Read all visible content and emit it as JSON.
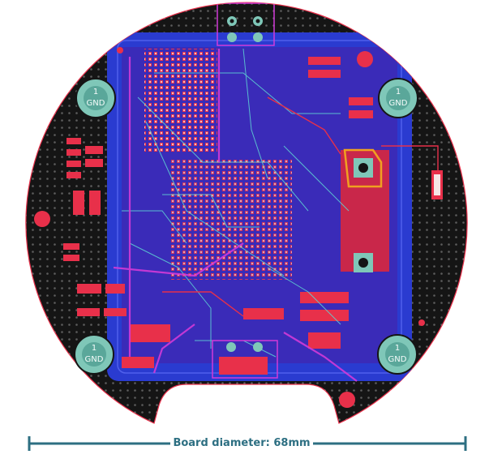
{
  "board": {
    "mounting_hole_labels": [
      {
        "number": "1",
        "net": "GND"
      },
      {
        "number": "1",
        "net": "GND"
      },
      {
        "number": "1",
        "net": "GND"
      },
      {
        "number": "1",
        "net": "GND"
      }
    ],
    "colors": {
      "outline": "#111111",
      "ground_pour_blue": "#2a3bd0",
      "top_copper_red": "#e8304a",
      "trace_cyan": "#5fd6d4",
      "trace_magenta": "#d23ad8",
      "pad_teal": "#7fc7b8",
      "dimension_line": "#2d6f82"
    }
  },
  "dimension": {
    "label": "Board diameter: 68mm"
  }
}
